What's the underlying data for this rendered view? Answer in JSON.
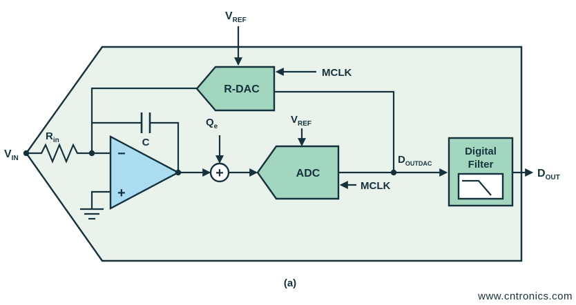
{
  "colors": {
    "ink": "#15313c",
    "outer_fill": "#e9f3ec",
    "block_fill": "#a2d6bf",
    "opamp_fill": "#abdcf2",
    "filter_inner_fill": "#ffffff",
    "watermark": "#a4cf62"
  },
  "blocks": {
    "rdac": "R-DAC",
    "adc": "ADC",
    "digital_filter_line1": "Digital",
    "digital_filter_line2": "Filter"
  },
  "labels": {
    "vin_main": "V",
    "vin_sub": "IN",
    "rin_main": "R",
    "rin_sub": "in",
    "cap": "C",
    "qe_main": "Q",
    "qe_sub": "e",
    "vref_rdac_main": "V",
    "vref_rdac_sub": "REF",
    "vref_adc_main": "V",
    "vref_adc_sub": "REF",
    "mclk_rdac": "MCLK",
    "mclk_adc": "MCLK",
    "doutdac_main": "D",
    "doutdac_sub": "OUTDAC",
    "dout_main": "D",
    "dout_sub": "OUT",
    "opamp_minus": "−",
    "opamp_plus": "+",
    "summing_plus": "+",
    "caption": "(a)",
    "watermark": "www.cntronics.com"
  }
}
